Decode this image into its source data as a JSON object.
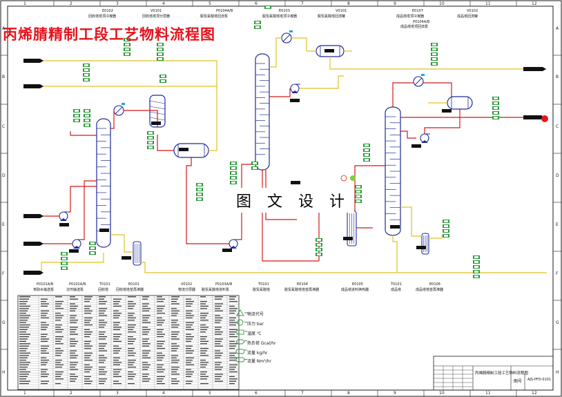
{
  "title": "丙烯腈精制工段工艺物料流程图",
  "watermark": "图 文 设 计",
  "top_equipment": [
    {
      "tag": "E0102",
      "desc": "回收塔塔顶冷凝器"
    },
    {
      "tag": "V0101",
      "desc": "回收塔塔顶分层器"
    },
    {
      "tag": "P0104A/B",
      "desc": "脱氢氰酸塔回流泵"
    },
    {
      "tag": "E0103",
      "desc": "脱氢氰酸塔塔顶冷凝器"
    },
    {
      "tag": "V0101",
      "desc": "脱氢氰酸塔回流罐"
    },
    {
      "tag": "E0107",
      "desc": "成品塔塔顶冷凝器"
    },
    {
      "tag": "V0102",
      "desc": "成品塔回流罐"
    },
    {
      "tag": "P0104A/B",
      "desc": "成品塔塔顶回流泵"
    }
  ],
  "bottom_equipment": [
    {
      "tag": "P0101A/B",
      "desc": "萃取水输送泵"
    },
    {
      "tag": "P0102A/B",
      "desc": "溶剂输送泵"
    },
    {
      "tag": "T0101",
      "desc": "回收塔"
    },
    {
      "tag": "E0101",
      "desc": "回收塔塔釜再沸器"
    },
    {
      "tag": "V0102",
      "desc": "物流分层器"
    },
    {
      "tag": "P0103A/B",
      "desc": "脱氢氰酸塔进料泵"
    },
    {
      "tag": "T0101",
      "desc": "脱氢氰酸塔"
    },
    {
      "tag": "E0104",
      "desc": "脱氢氰酸塔塔釜再沸器"
    },
    {
      "tag": "E0105",
      "desc": "成品塔进料换热器"
    },
    {
      "tag": "T0101",
      "desc": "成品塔"
    },
    {
      "tag": "E0106",
      "desc": "成品塔塔釜再沸器"
    }
  ],
  "grid_columns": [
    "1",
    "2",
    "3",
    "4",
    "5",
    "6",
    "7",
    "8",
    "9",
    "10",
    "11",
    "12"
  ],
  "grid_rows": [
    "A",
    "B",
    "C",
    "D",
    "E",
    "F",
    "G",
    "H"
  ],
  "legend": [
    {
      "symbol": "triangle",
      "text": "物流代号"
    },
    {
      "symbol": "circle",
      "text": "压力 bar"
    },
    {
      "symbol": "rect",
      "text": "温度 ℃"
    },
    {
      "symbol": "hex",
      "text": "热负荷 Gcal/hr"
    },
    {
      "symbol": "pill",
      "text": "流量 kg/hr"
    },
    {
      "symbol": "pill",
      "text": "流量 Nm³/hr"
    }
  ],
  "title_block": {
    "project": "丙烯腈精制工段工艺物料流程图",
    "drawing_label": "图号",
    "drawing_no": "AJS-PFD-0101"
  },
  "colors": {
    "border": "#1a1a1a",
    "liquid_line": "#d21818",
    "vapor_line": "#e0c020",
    "equipment": "#1a2a9a",
    "instrument": "#2c9a3a",
    "title": "#e8101a"
  }
}
